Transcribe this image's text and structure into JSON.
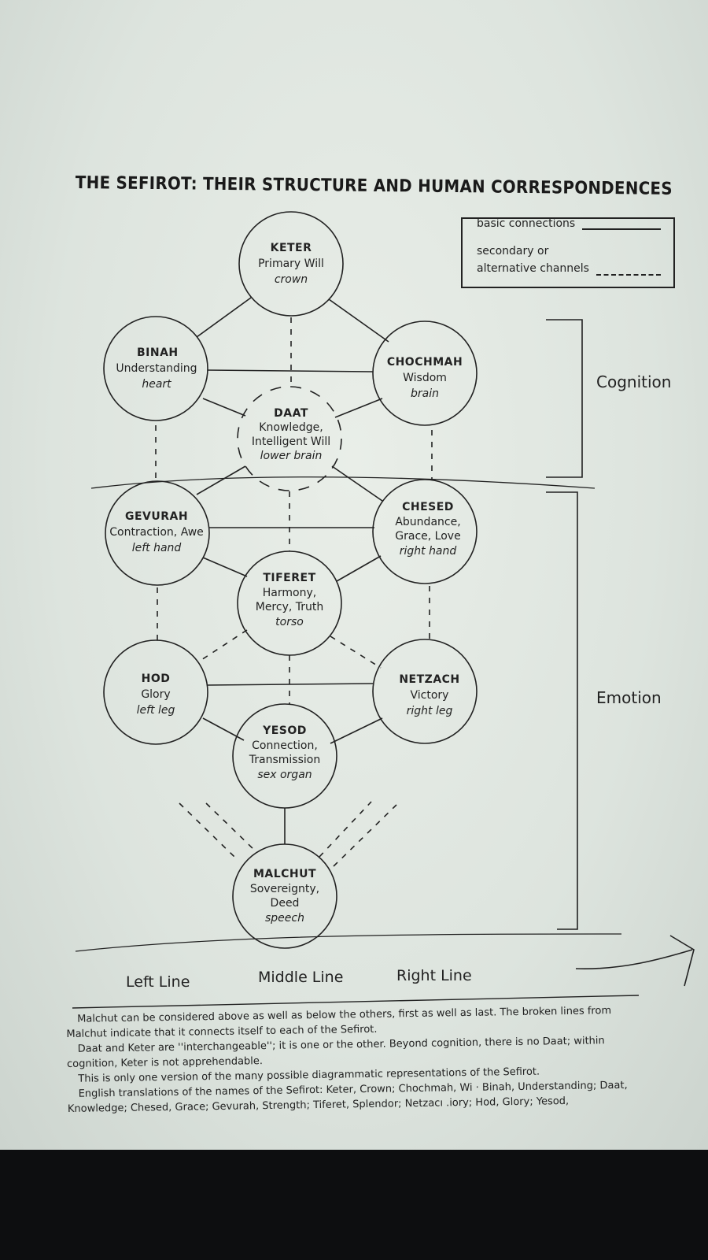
{
  "title": "THE SEFIROT: THEIR STRUCTURE AND HUMAN CORRESPONDENCES",
  "legend": {
    "basic": "basic connections",
    "secondary_1": "secondary or",
    "secondary_2": "alternative channels"
  },
  "sefirot": {
    "keter": {
      "name": "KETER",
      "desc1": "Primary Will",
      "desc2": "",
      "body": "crown"
    },
    "binah": {
      "name": "BINAH",
      "desc1": "Understanding",
      "desc2": "",
      "body": "heart"
    },
    "chochmah": {
      "name": "CHOCHMAH",
      "desc1": "Wisdom",
      "desc2": "",
      "body": "brain"
    },
    "daat": {
      "name": "DAAT",
      "desc1": "Knowledge,",
      "desc2": "Intelligent Will",
      "body": "lower brain"
    },
    "gevurah": {
      "name": "GEVURAH",
      "desc1": "Contraction, Awe",
      "desc2": "",
      "body": "left hand"
    },
    "chesed": {
      "name": "CHESED",
      "desc1": "Abundance,",
      "desc2": "Grace, Love",
      "body": "right hand"
    },
    "tiferet": {
      "name": "TIFERET",
      "desc1": "Harmony,",
      "desc2": "Mercy, Truth",
      "body": "torso"
    },
    "hod": {
      "name": "HOD",
      "desc1": "Glory",
      "desc2": "",
      "body": "left leg"
    },
    "netzach": {
      "name": "NETZACH",
      "desc1": "Victory",
      "desc2": "",
      "body": "right leg"
    },
    "yesod": {
      "name": "YESOD",
      "desc1": "Connection,",
      "desc2": "Transmission",
      "body": "sex organ"
    },
    "malchut": {
      "name": "MALCHUT",
      "desc1": "Sovereignty,",
      "desc2": "Deed",
      "body": "speech"
    }
  },
  "sections": {
    "cognition": "Cognition",
    "emotion": "Emotion"
  },
  "lines": {
    "left": "Left Line",
    "middle": "Middle Line",
    "right": "Right Line"
  },
  "caption": {
    "p1": "Malchut can be considered above as well as below the others, first as well as last. The broken lines from Malchut indicate that it connects itself to each of the Sefirot.",
    "p2": "Daat and Keter are ''interchangeable''; it is one or the other. Beyond cognition, there is no Daat; within cognition, Keter is not apprehendable.",
    "p3": "This is only one version of the many possible diagrammatic representations of the Sefirot.",
    "p4": "English translations of the names of the Sefirot: Keter, Crown; Chochmah, Wi · Binah, Understanding; Daat, Knowledge; Chesed, Grace; Gevurah, Strength; Tiferet, Splendor; Netzacı .iory; Hod, Glory; Yesod,"
  }
}
